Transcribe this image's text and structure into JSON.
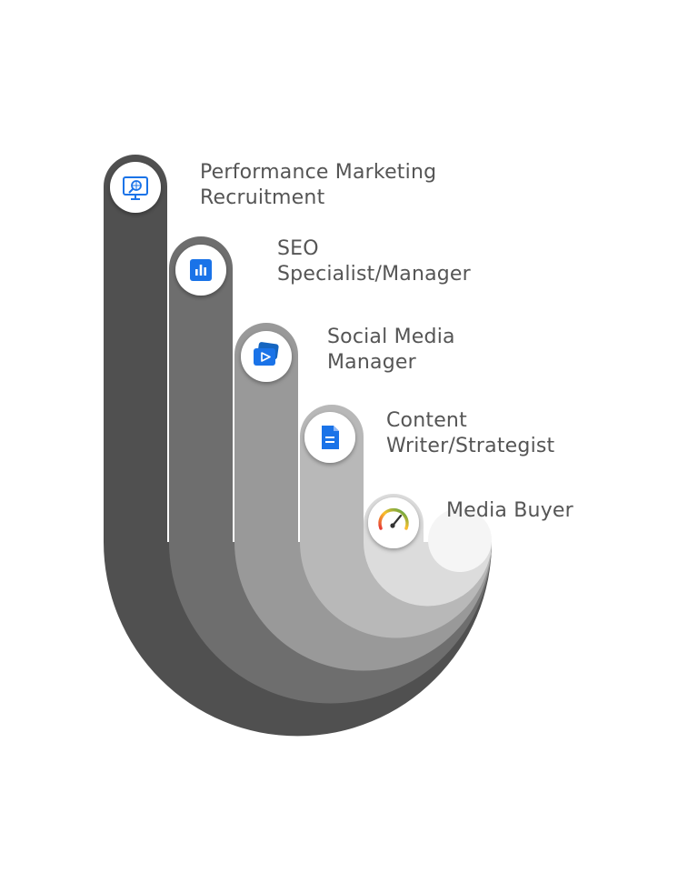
{
  "stages": [
    {
      "icon": "monitor-magnifier-icon",
      "lines": [
        "Performance Marketing",
        "Recruitment"
      ],
      "color": "#505050"
    },
    {
      "icon": "bar-chart-icon",
      "lines": [
        "SEO",
        "Specialist/Manager"
      ],
      "color": "#6e6e6e"
    },
    {
      "icon": "video-play-icon",
      "lines": [
        "Social Media",
        "Manager"
      ],
      "color": "#999999"
    },
    {
      "icon": "document-icon",
      "lines": [
        "Content",
        "Writer/Strategist"
      ],
      "color": "#b8b8b8"
    },
    {
      "icon": "speedometer-icon",
      "lines": [
        "Media Buyer"
      ],
      "color": "#dcdcdc"
    }
  ],
  "accent_color": "#1a73e8",
  "text_color": "#555555"
}
